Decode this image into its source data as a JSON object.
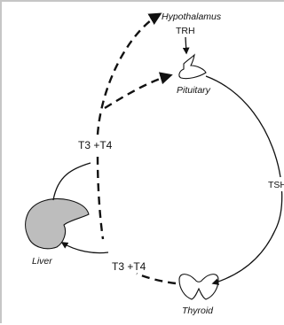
{
  "labels": {
    "hypothalamus": "Hypothalamus",
    "trh": "TRH",
    "pituitary": "Pituitary",
    "tsh": "TSH",
    "thyroid": "Thyroid",
    "liver": "Liver",
    "t3t4_upper": "T3 +T4",
    "t3t4_lower": "T3 +T4"
  }
}
